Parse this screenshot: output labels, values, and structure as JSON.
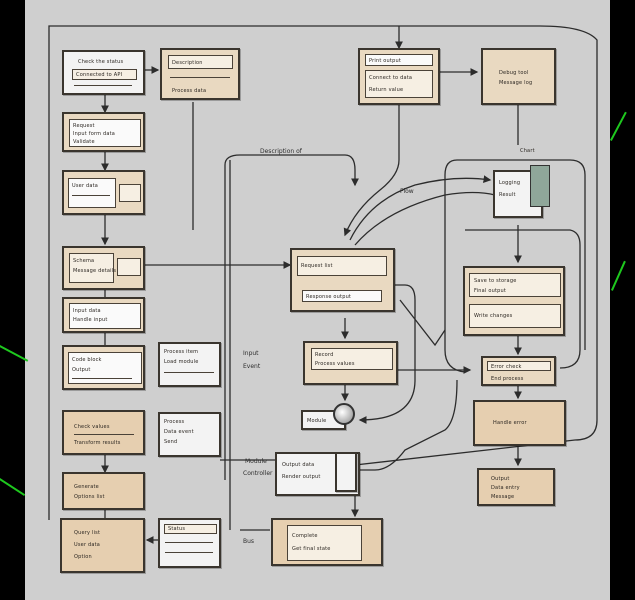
{
  "labels": {
    "top_center": "Description of",
    "side_flow": "Flow",
    "input_mid": "Input",
    "input_sub": "Event",
    "module_label": "Module",
    "module_sub": "Controller",
    "bottom_left_tag": "Bus"
  },
  "boxes": {
    "b1": [
      "Check the status",
      "Connected to API"
    ],
    "b2": [
      "Description",
      "Process data"
    ],
    "b3": [
      "Request",
      "Input form data",
      "Validate"
    ],
    "b4": [
      "User data"
    ],
    "b5": [
      "Schema",
      "Message details"
    ],
    "b6": [
      "Input data",
      "Handle input"
    ],
    "b7": [
      "Code block",
      "Output"
    ],
    "b8": [
      "Check values",
      "Transform results"
    ],
    "b9": [
      "Generate",
      "Options list"
    ],
    "b10": [
      "Query list",
      "User data",
      "Option"
    ],
    "b11": [
      "Process item",
      "Load module"
    ],
    "b12": [
      "Process",
      "Data event",
      "Send"
    ],
    "b13": [
      "Status"
    ],
    "b14": [
      "Print output",
      "Connect to data",
      "Return value"
    ],
    "b15": [
      "Request list",
      "Response output"
    ],
    "b16": [
      "Record",
      "Process values"
    ],
    "b17": [
      "Module"
    ],
    "b18": [
      "Output data",
      "Render output"
    ],
    "b19": [
      "Complete",
      "Get final state"
    ],
    "b20": [
      "Debug tool",
      "Message log"
    ],
    "b21": [
      "Logging",
      "Result"
    ],
    "b22": [
      "Chart"
    ],
    "b23": [
      "Save to storage",
      "Final output",
      "Write changes"
    ],
    "b24": [
      "Error check",
      "End process"
    ],
    "b25": [
      "Handle error"
    ],
    "b26": [
      "Output",
      "Data entry",
      "Message"
    ]
  },
  "colors": {
    "background": "#cfcfcf",
    "frame": "#000000",
    "box_fill": "#e9d9c1",
    "box_border": "#3a352e",
    "glow": "#1ec81e"
  }
}
